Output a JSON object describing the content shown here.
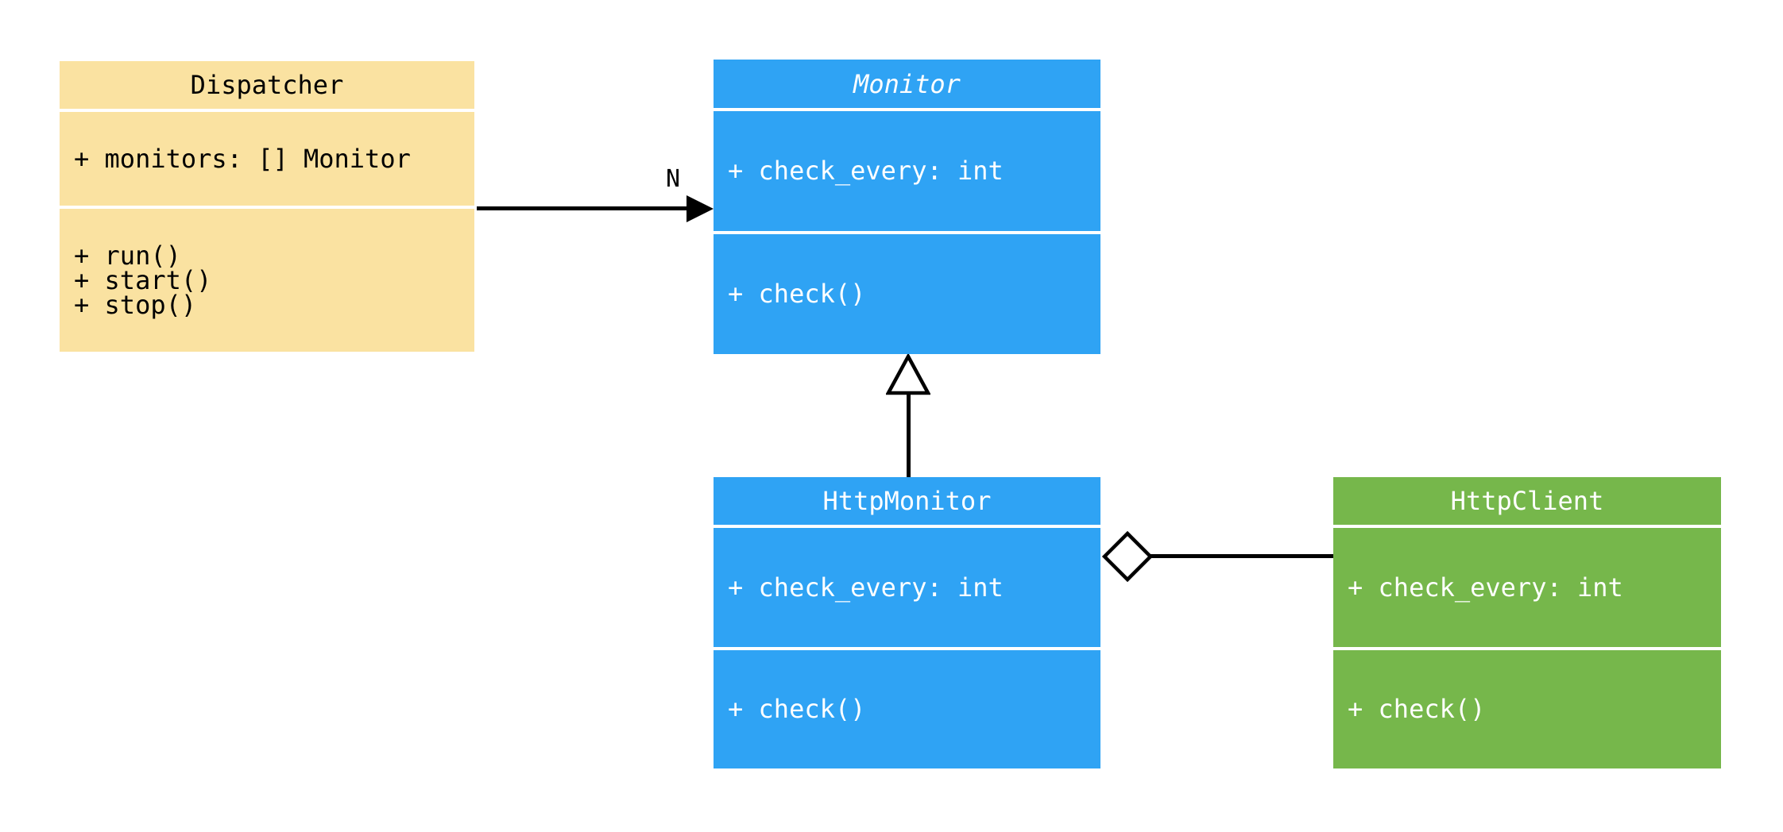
{
  "diagram": {
    "background_color": "#FFFFFF",
    "connector_color": "#000000",
    "classes": [
      {
        "name": "Dispatcher",
        "italic_title": false,
        "fill": "#FAE2A1",
        "text_color": "#000000",
        "attributes": [
          "+ monitors: [] Monitor"
        ],
        "methods": [
          "+ run()",
          "+ start()",
          "+ stop()"
        ]
      },
      {
        "name": "Monitor",
        "italic_title": true,
        "fill": "#2FA3F4",
        "text_color": "#FFFFFF",
        "attributes": [
          "+ check_every: int"
        ],
        "methods": [
          "+ check()"
        ]
      },
      {
        "name": "HttpMonitor",
        "italic_title": false,
        "fill": "#2FA3F4",
        "text_color": "#FFFFFF",
        "attributes": [
          "+ check_every: int"
        ],
        "methods": [
          "+ check()"
        ]
      },
      {
        "name": "HttpClient",
        "italic_title": false,
        "fill": "#76B74B",
        "text_color": "#FFFFFF",
        "attributes": [
          "+ check_every: int"
        ],
        "methods": [
          "+ check()"
        ]
      }
    ],
    "relations": [
      {
        "type": "association",
        "from": "Dispatcher",
        "to": "Monitor",
        "label": "N"
      },
      {
        "type": "inheritance",
        "from": "HttpMonitor",
        "to": "Monitor",
        "label": ""
      },
      {
        "type": "aggregation",
        "from": "HttpMonitor",
        "to": "HttpClient",
        "label": ""
      }
    ]
  }
}
